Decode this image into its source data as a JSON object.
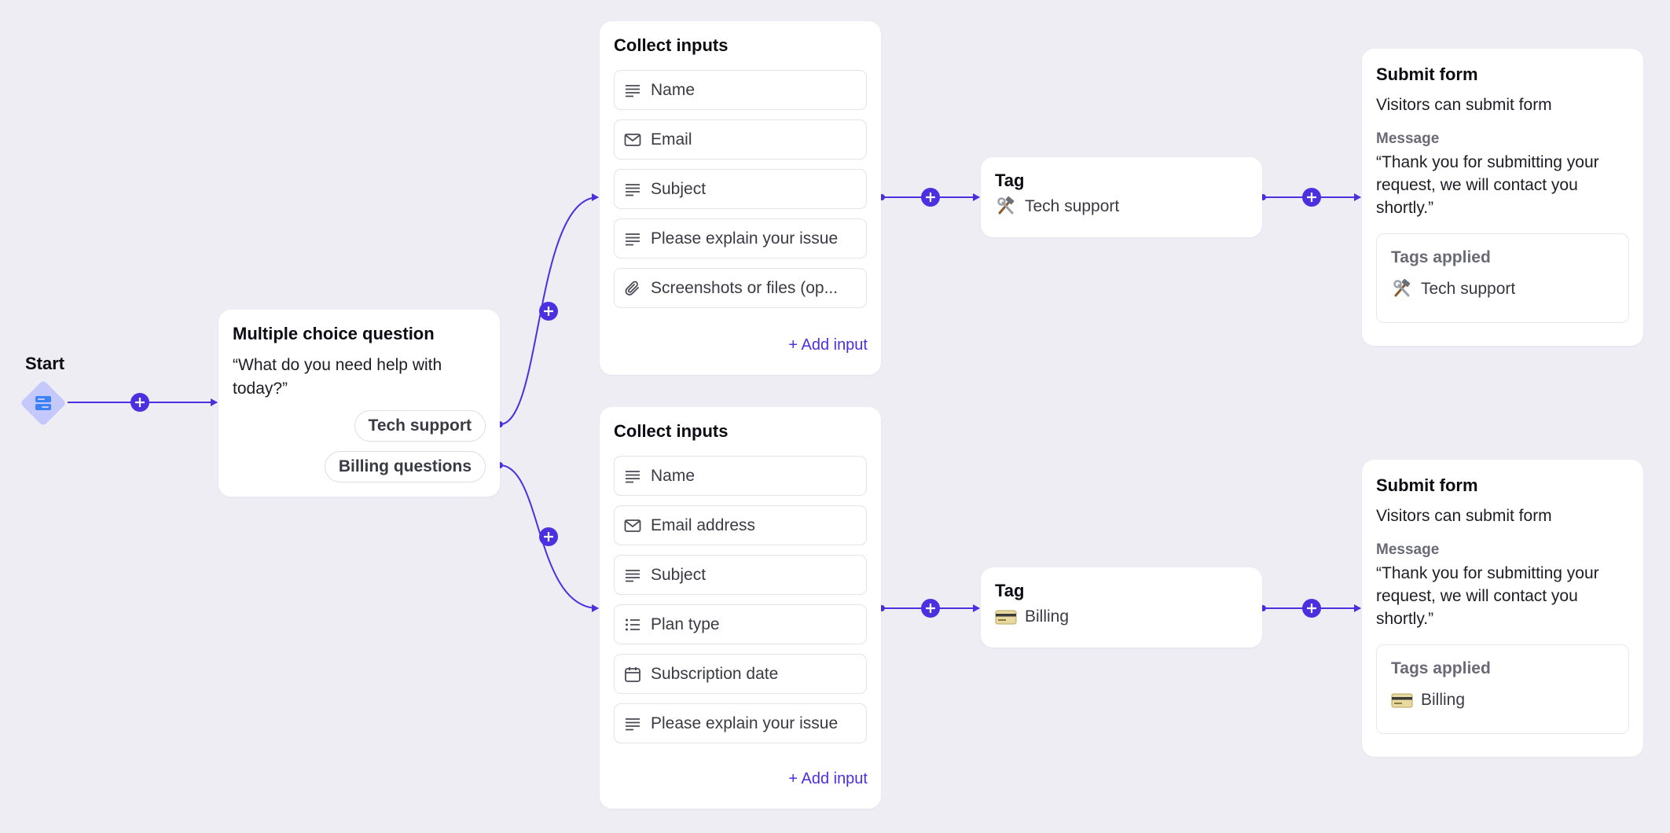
{
  "colors": {
    "accent": "#4b30e0",
    "canvas_bg": "#efedf4",
    "card_bg": "#ffffff"
  },
  "start": {
    "label": "Start",
    "icon": "toggle-settings-icon"
  },
  "mcq": {
    "title": "Multiple choice question",
    "question": "“What do you need help with today?”",
    "choices": [
      "Tech support",
      "Billing questions"
    ]
  },
  "collect_a": {
    "title": "Collect inputs",
    "fields": [
      {
        "label": "Name",
        "icon": "text-lines-icon"
      },
      {
        "label": "Email",
        "icon": "envelope-icon"
      },
      {
        "label": "Subject",
        "icon": "text-lines-icon"
      },
      {
        "label": "Please explain your issue",
        "icon": "text-lines-icon"
      },
      {
        "label": "Screenshots or files (op...",
        "icon": "paperclip-icon"
      }
    ],
    "add_label": "+ Add input"
  },
  "collect_b": {
    "title": "Collect inputs",
    "fields": [
      {
        "label": "Name",
        "icon": "text-lines-icon"
      },
      {
        "label": "Email address",
        "icon": "envelope-icon"
      },
      {
        "label": "Subject",
        "icon": "text-lines-icon"
      },
      {
        "label": "Plan type",
        "icon": "list-icon"
      },
      {
        "label": "Subscription date",
        "icon": "calendar-icon"
      },
      {
        "label": "Please explain your issue",
        "icon": "text-lines-icon"
      }
    ],
    "add_label": "+ Add input"
  },
  "tag_a": {
    "title": "Tag",
    "value": "Tech support",
    "emoji": "hammer-wrench-icon"
  },
  "tag_b": {
    "title": "Tag",
    "value": "Billing",
    "emoji": "credit-card-icon"
  },
  "submit_a": {
    "title": "Submit form",
    "subtitle": "Visitors can submit form",
    "message_label": "Message",
    "message": "“Thank you for submitting your request, we will contact you shortly.”",
    "tags_label": "Tags applied",
    "tag": "Tech support"
  },
  "submit_b": {
    "title": "Submit form",
    "subtitle": "Visitors can submit form",
    "message_label": "Message",
    "message": "“Thank you for submitting your request, we will contact you shortly.”",
    "tags_label": "Tags applied",
    "tag": "Billing"
  }
}
